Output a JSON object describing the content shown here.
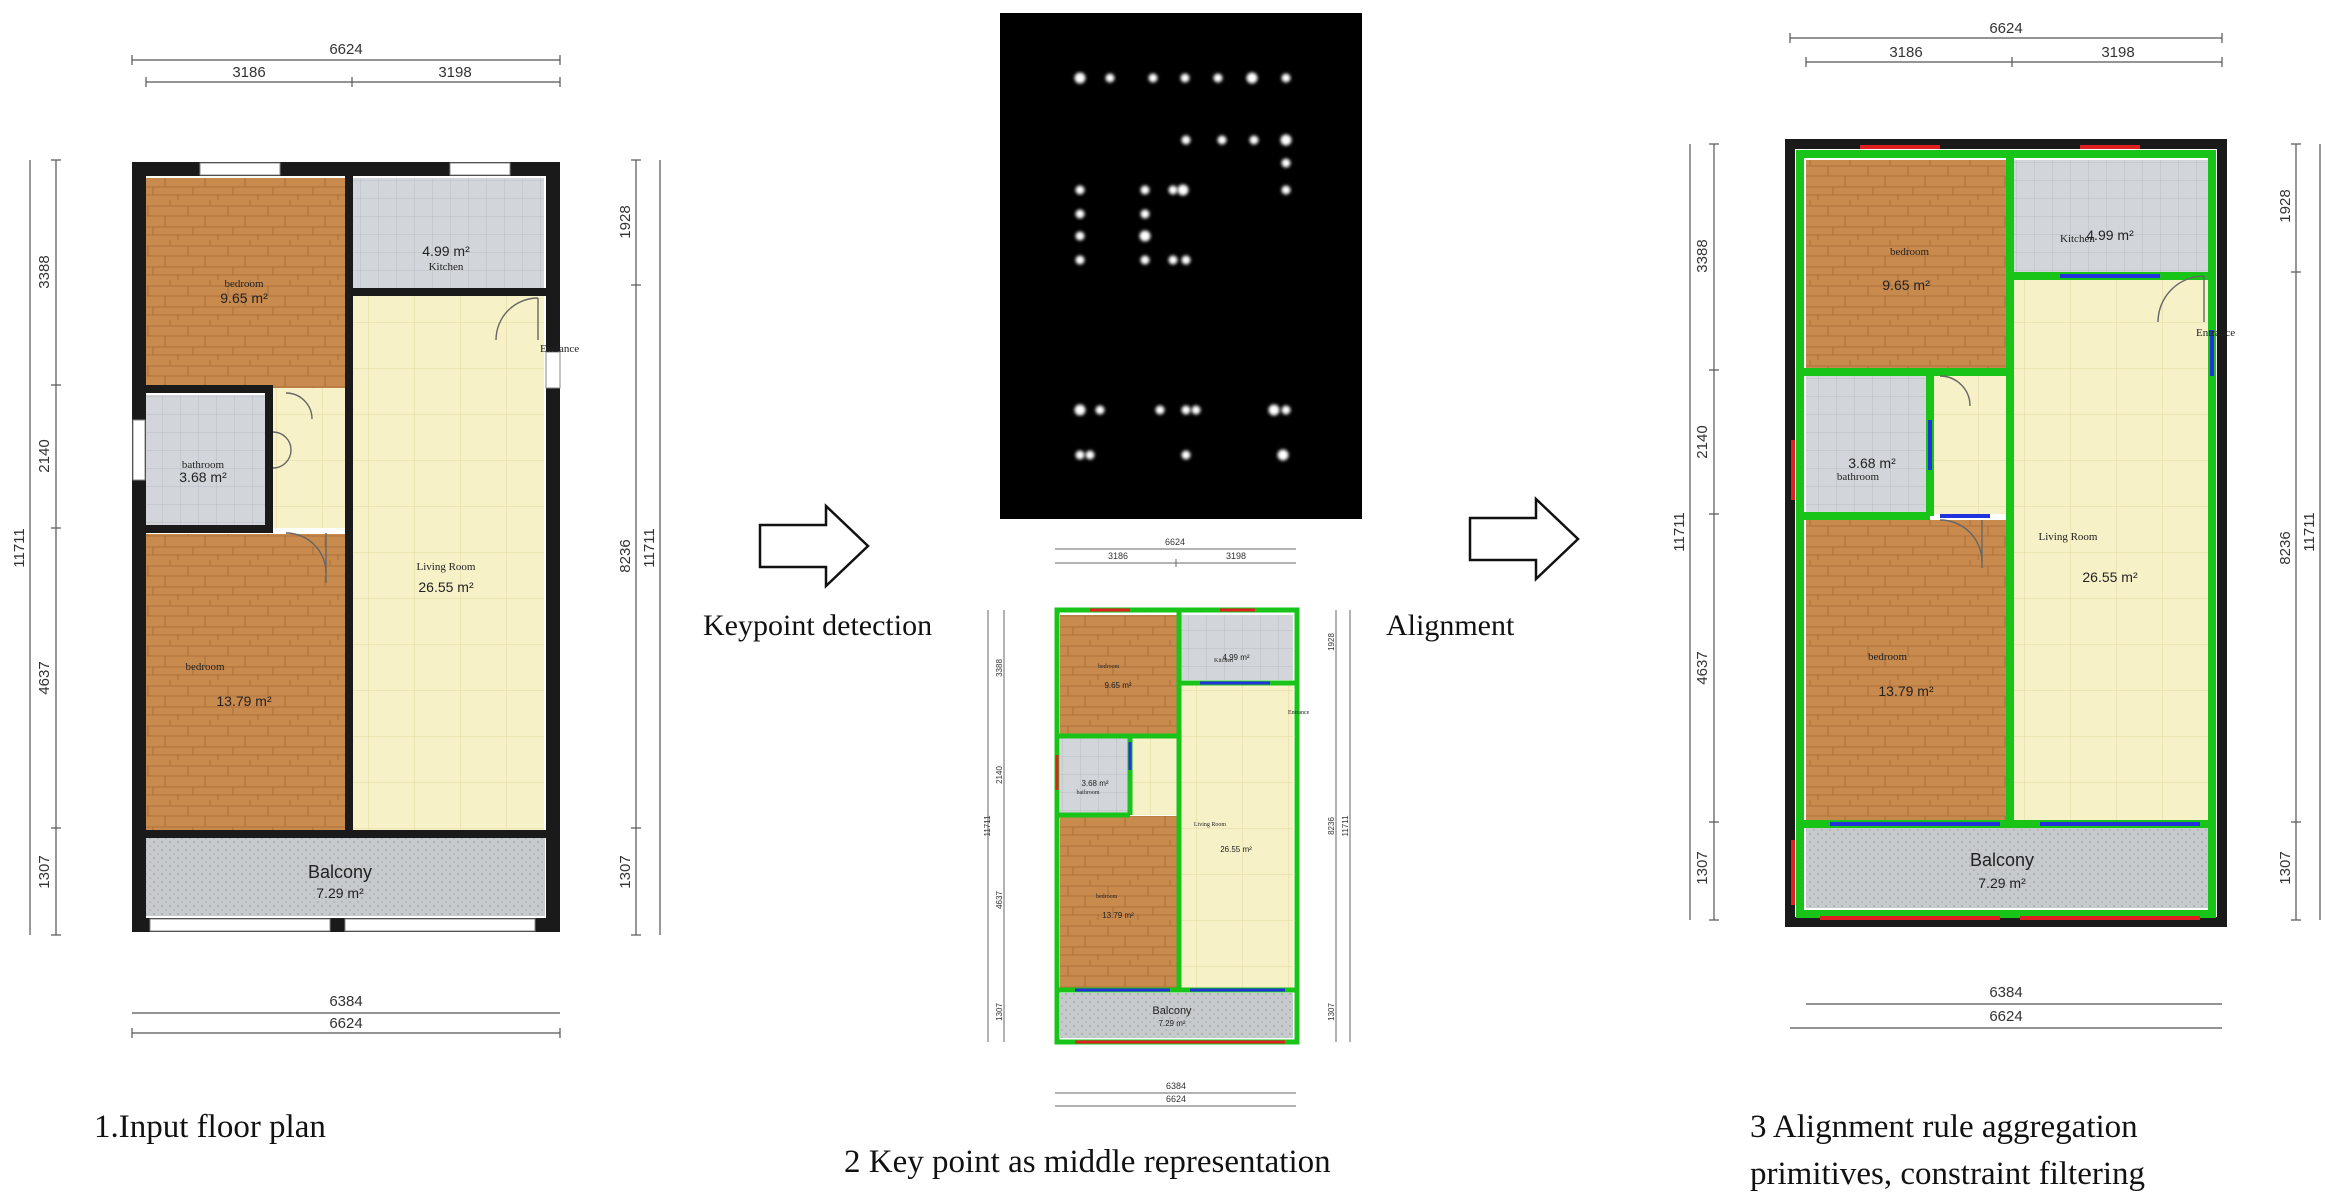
{
  "panels": [
    {
      "id": "input",
      "caption": "1.Input floor plan",
      "rooms": {
        "bedroom1": {
          "label": "bedroom",
          "area": "9.65 m²"
        },
        "kitchen": {
          "label": "Kitchen",
          "area": "4.99 m²"
        },
        "entrance": {
          "label": "Entrance"
        },
        "bathroom": {
          "label": "bathroom",
          "area": "3.68 m²"
        },
        "living": {
          "label": "Living Room",
          "area": "26.55 m²"
        },
        "bedroom2": {
          "label": "bedroom",
          "area": "13.79 m²"
        },
        "balcony": {
          "label": "Balcony",
          "area": "7.29 m²"
        }
      },
      "dimensions": {
        "top_total": "6624",
        "top_left": "3186",
        "top_right": "3198",
        "bottom_inner": "6384",
        "bottom_total": "6624",
        "left_total": "11711",
        "left_1": "3388",
        "left_2": "2140",
        "left_3": "4637",
        "left_4": "1307",
        "right_total": "11711",
        "right_1": "1928",
        "right_2": "8236",
        "right_3": "1307"
      }
    },
    {
      "id": "keypoints",
      "caption": "2 Key point as middle representation",
      "dimensions": {
        "top_total": "6624",
        "top_left": "3186",
        "top_right": "3198",
        "bottom_inner": "6384",
        "bottom_total": "6624",
        "left_total": "11711",
        "left_1": "3388",
        "left_2": "2140",
        "left_3": "4637",
        "left_4": "1307",
        "right_total": "11711",
        "right_1": "1928",
        "right_2": "8236",
        "right_3": "1307"
      },
      "rooms": {
        "bedroom1": {
          "label": "bedroom",
          "area": "9.65 m²"
        },
        "kitchen": {
          "label": "Kitchen",
          "area": "4.99 m²"
        },
        "entrance": {
          "label": "Entrance"
        },
        "bathroom": {
          "label": "bathroom",
          "area": "3.68 m²"
        },
        "living": {
          "label": "Living Room",
          "area": "26.55 m²"
        },
        "bedroom2": {
          "label": "bedroom",
          "area": "13.79 m²"
        },
        "balcony": {
          "label": "Balcony",
          "area": "7.29 m²"
        }
      }
    },
    {
      "id": "aligned",
      "caption_line1": "3 Alignment rule aggregation",
      "caption_line2": "primitives, constraint filtering",
      "rooms": {
        "bedroom1": {
          "label": "bedroom",
          "area": "9.65 m²"
        },
        "kitchen": {
          "label": "Kitchen",
          "area": "4.99 m²"
        },
        "entrance": {
          "label": "Entrance"
        },
        "bathroom": {
          "label": "bathroom",
          "area": "3.68 m²"
        },
        "living": {
          "label": "Living Room",
          "area": "26.55 m²"
        },
        "bedroom2": {
          "label": "bedroom",
          "area": "13.79 m²"
        },
        "balcony": {
          "label": "Balcony",
          "area": "7.29 m²"
        }
      },
      "dimensions": {
        "top_total": "6624",
        "top_left": "3186",
        "top_right": "3198",
        "bottom_inner": "6384",
        "bottom_total": "6624",
        "left_total": "11711",
        "left_1": "3388",
        "left_2": "2140",
        "left_3": "4637",
        "left_4": "1307",
        "right_total": "11711",
        "right_1": "1928",
        "right_2": "8236",
        "right_3": "1307"
      }
    }
  ],
  "arrows": [
    {
      "label": "Keypoint detection"
    },
    {
      "label": "Alignment"
    }
  ],
  "colors": {
    "wall": "#1a1a1a",
    "wood": "#c98a4e",
    "living_floor": "#f7f1c8",
    "tile": "#cdd2d6",
    "balcony": "#c9ccce",
    "aligned_wall": "#18c418",
    "blue_edge": "#2233dd",
    "red_edge": "#e02020",
    "heatmap_bg": "#000000",
    "keypoint": "#ffffff"
  }
}
